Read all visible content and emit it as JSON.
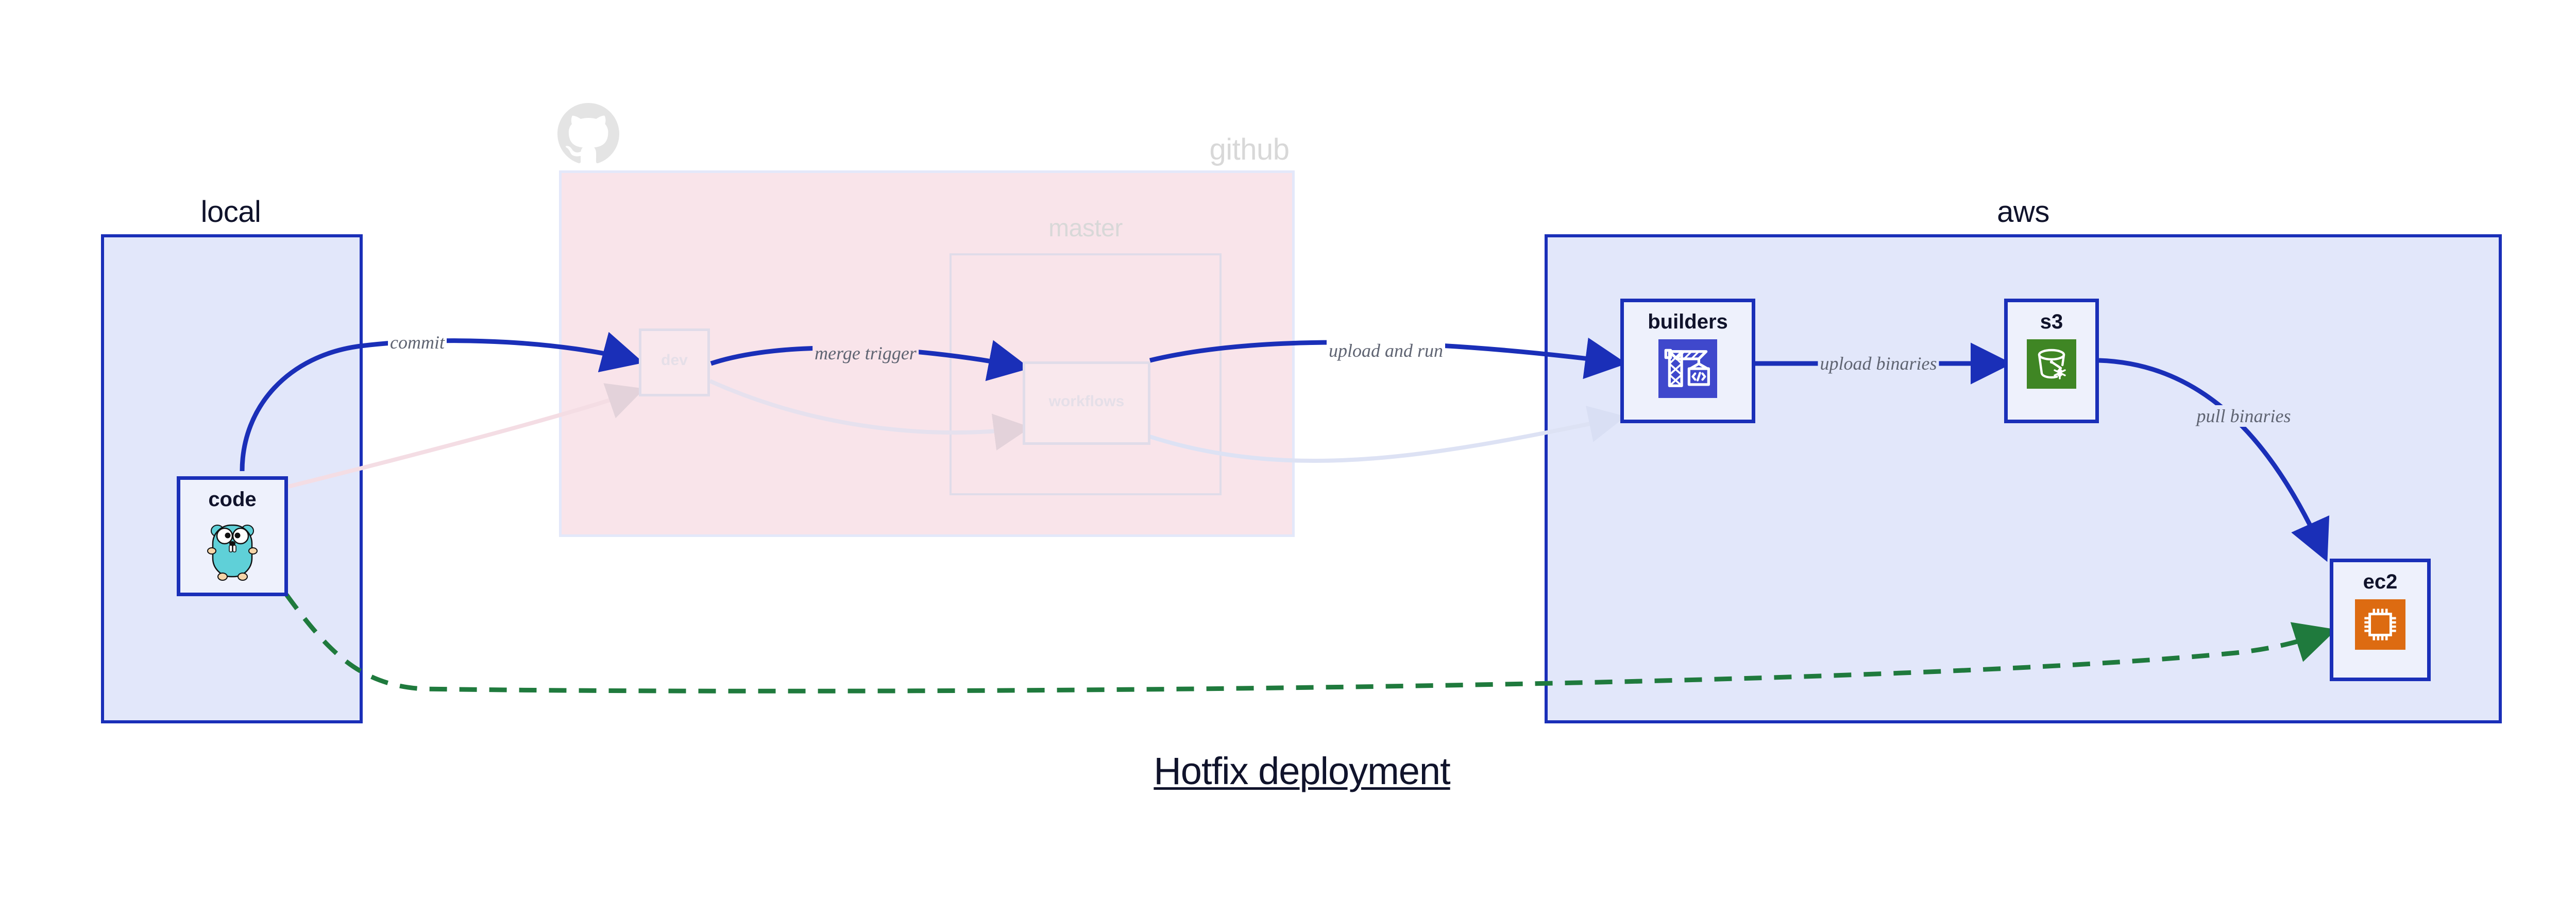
{
  "title": "Hotfix deployment",
  "groups": [
    {
      "key": "local",
      "label": "local",
      "faded": false
    },
    {
      "key": "github",
      "label": "github",
      "faded": true
    },
    {
      "key": "aws",
      "label": "aws",
      "faded": false
    }
  ],
  "subgroups": [
    {
      "key": "master",
      "label": "master",
      "faded": true
    }
  ],
  "nodes": [
    {
      "key": "code",
      "label": "code",
      "icon": "go-gopher-icon",
      "faded": false
    },
    {
      "key": "dev",
      "label": "dev",
      "icon": "none",
      "faded": true
    },
    {
      "key": "workflows",
      "label": "workflows",
      "icon": "none",
      "faded": true
    },
    {
      "key": "builders",
      "label": "builders",
      "icon": "aws-codebuild-icon",
      "faded": false
    },
    {
      "key": "s3",
      "label": "s3",
      "icon": "aws-s3-glacier-icon",
      "faded": false
    },
    {
      "key": "ec2",
      "label": "ec2",
      "icon": "aws-ec2-icon",
      "faded": false
    }
  ],
  "edges": [
    {
      "key": "commit",
      "label": "commit",
      "from": "code",
      "to": "dev",
      "style": "solid",
      "faded": false
    },
    {
      "key": "merge-trigger",
      "label": "merge trigger",
      "from": "dev",
      "to": "workflows",
      "style": "solid",
      "faded": false
    },
    {
      "key": "upload-and-run",
      "label": "upload and run",
      "from": "workflows",
      "to": "builders",
      "style": "solid",
      "faded": false
    },
    {
      "key": "upload-binaries",
      "label": "upload binaries",
      "from": "builders",
      "to": "s3",
      "style": "solid",
      "faded": false
    },
    {
      "key": "pull-binaries",
      "label": "pull binaries",
      "from": "s3",
      "to": "ec2",
      "style": "solid",
      "faded": false
    },
    {
      "key": "hotfix-direct",
      "label": "",
      "from": "code",
      "to": "ec2",
      "style": "dashed",
      "faded": false
    }
  ],
  "colors": {
    "accent_blue": "#1a2fb8",
    "group_fill_blue": "#e2e7fa",
    "group_fill_pink": "#f9e4ea",
    "node_fill": "#eef1fc",
    "dashed_green": "#1f7a3d",
    "codebuild_indigo": "#3f48cc",
    "s3_green": "#3f8624",
    "ec2_orange": "#dd6b11",
    "gopher_teal": "#5fd0d8",
    "faded_gray": "#e0dce9",
    "label_gray": "#5f6472",
    "text_dark": "#10132b"
  }
}
